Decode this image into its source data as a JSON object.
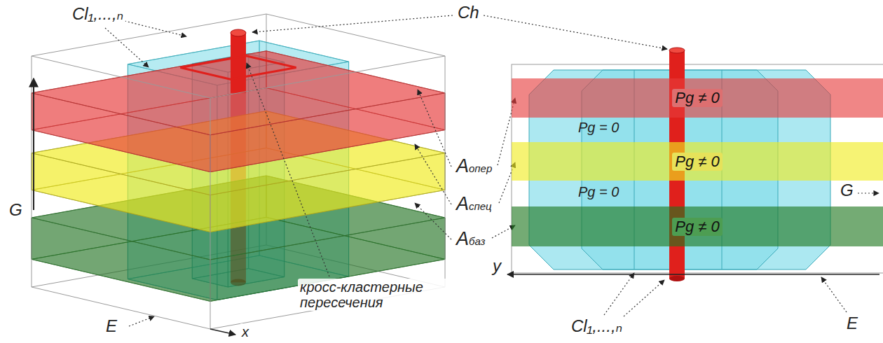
{
  "diagram": {
    "nodes": [
      {
        "text": [
          "Pg ≠ 0"
        ]
      },
      {
        "text": [
          "Pg ≠ 0"
        ]
      },
      {
        "text": [
          "Pg ≠ 0"
        ]
      }
    ],
    "labels": [
      "Cl₁,...,ₙ",
      "Ch",
      "кросс-кластерные пересечения",
      "G",
      "E",
      "x",
      "Aопер",
      "Aспец",
      "Aбаз",
      "Pg = 0",
      "Pg = 0",
      "y",
      "G",
      "Cl₁,...,ₙ",
      "E"
    ]
  }
}
